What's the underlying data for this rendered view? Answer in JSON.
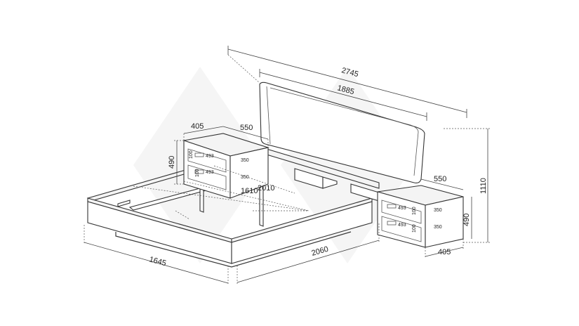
{
  "dimensions": {
    "total_width": "2745",
    "headboard_width": "1885",
    "nightstand_left_depth": "405",
    "nightstand_left_width": "550",
    "nightstand_left_height": "490",
    "inner_width": "1610",
    "inner_length": "2010",
    "nightstand_right_width": "550",
    "total_height": "1110",
    "nightstand_right_height": "490",
    "nightstand_right_depth": "405",
    "bed_width": "1645",
    "bed_length": "2060"
  },
  "drawer_labels": {
    "drawer_width": "493",
    "drawer_depth": "350",
    "drawer_height": "100"
  }
}
